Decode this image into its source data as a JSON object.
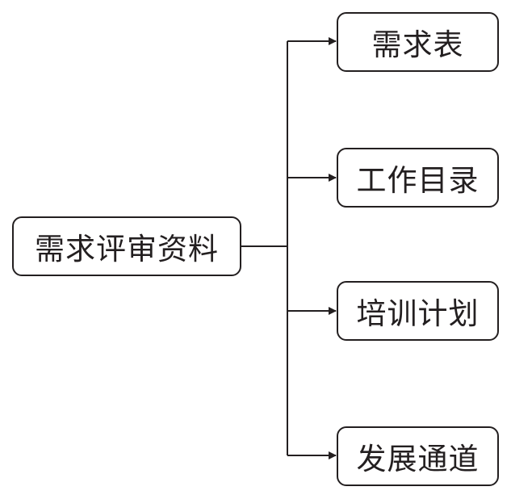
{
  "diagram": {
    "root": {
      "label": "需求评审资料"
    },
    "children": [
      {
        "label": "需求表"
      },
      {
        "label": "工作目录"
      },
      {
        "label": "培训计划"
      },
      {
        "label": "发展通道"
      }
    ],
    "colors": {
      "stroke": "#231f20",
      "text": "#231f20",
      "background": "#ffffff"
    }
  }
}
